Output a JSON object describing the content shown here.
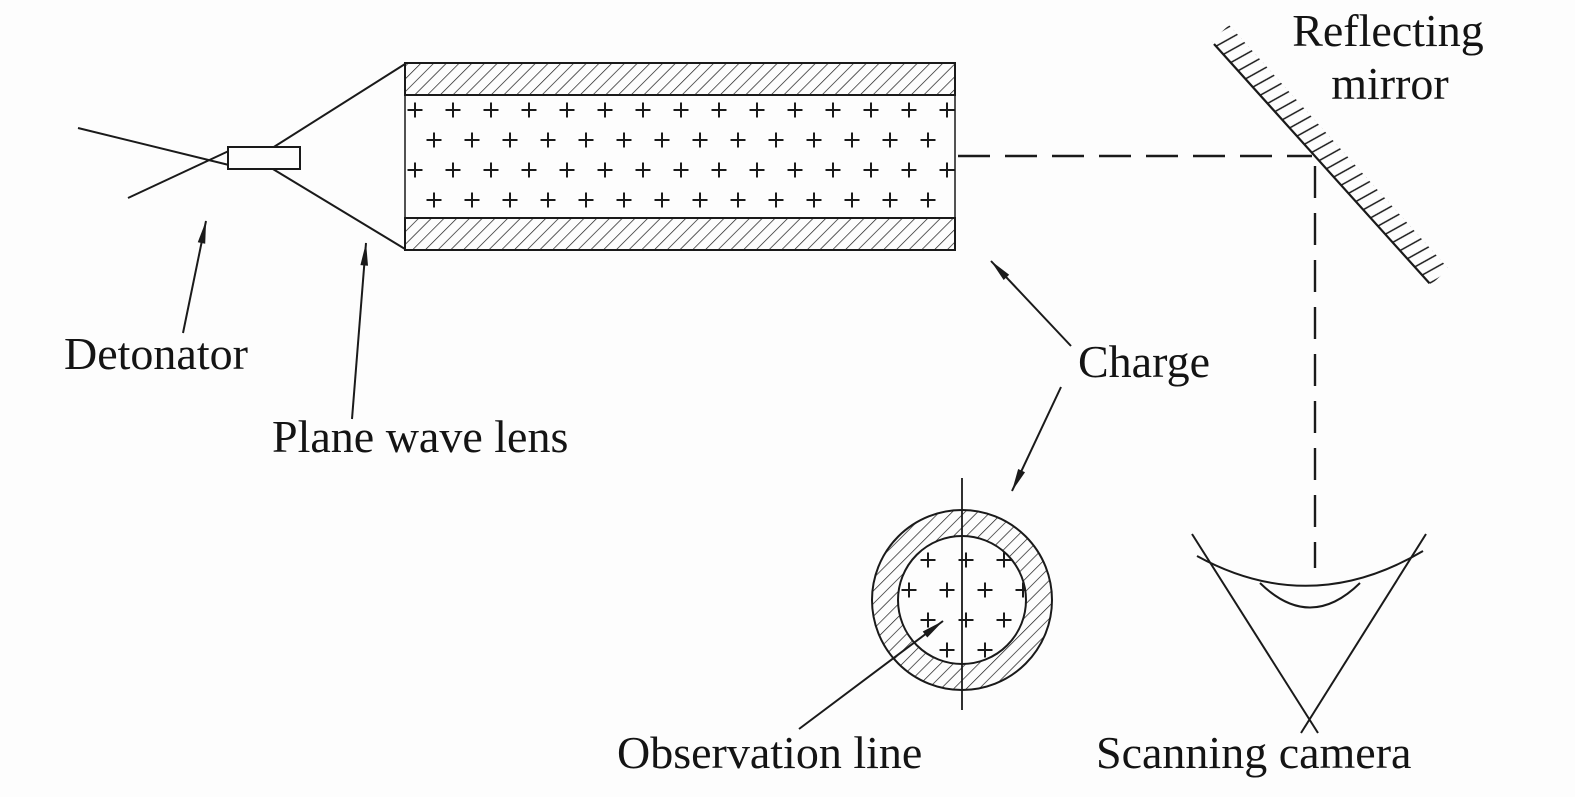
{
  "diagram": {
    "colors": {
      "background": "#fdfdfd",
      "line": "#1a1a1a",
      "text": "#141414"
    },
    "labels": {
      "detonator": "Detonator",
      "plane_wave_lens": "Plane wave lens",
      "charge": "Charge",
      "reflecting_line1": "Reflecting",
      "reflecting_line2": "mirror",
      "observation_line": "Observation line",
      "scanning_camera": "Scanning camera"
    }
  }
}
